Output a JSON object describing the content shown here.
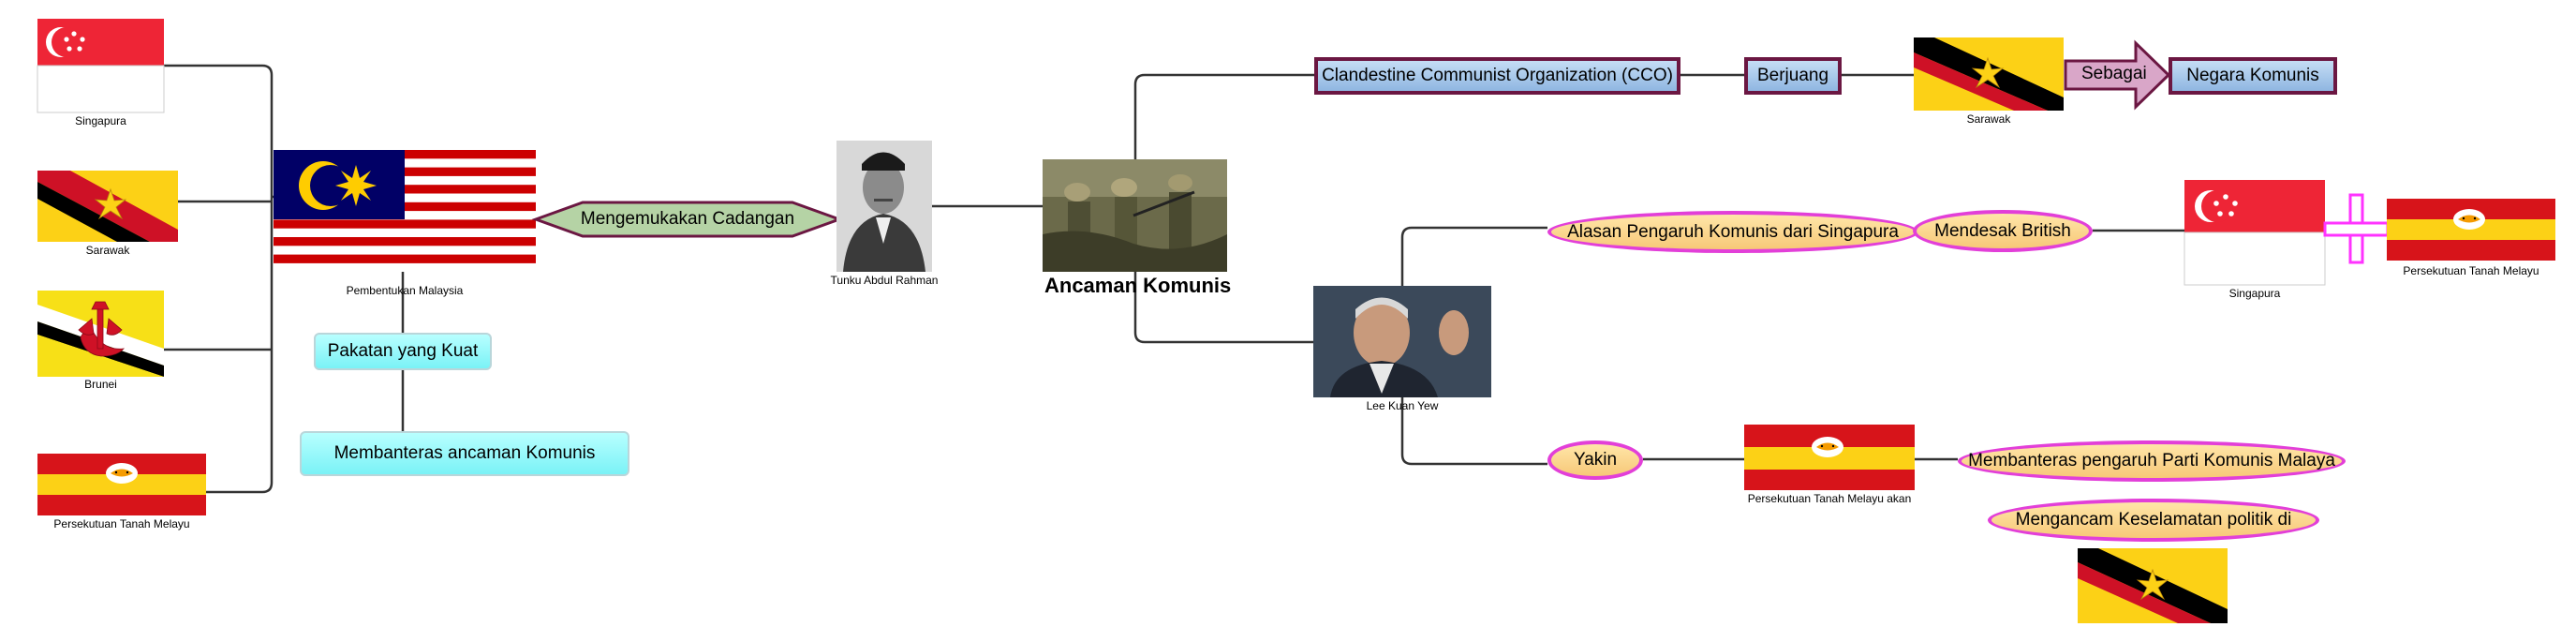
{
  "colors": {
    "connector": "#333333",
    "box_blue_border": "#6b1742",
    "oval_border": "#e23fd8",
    "hex_fill": "#b5d3a5",
    "cross": "#ff33ff"
  },
  "left_flags": {
    "singapura": "Singapura",
    "sarawak": "Sarawak",
    "brunei": "Brunei",
    "persekutuan": "Persekutuan Tanah Melayu"
  },
  "center": {
    "malaysia_caption": "Pembentukan Malaysia",
    "proposal": "Mengemukakan Cadangan",
    "tunku_caption": "Tunku Abdul Rahman",
    "pakatan": "Pakatan yang Kuat",
    "membanteras_komunis": "Membanteras ancaman Komunis",
    "main_title": "Ancaman Komunis"
  },
  "top_branch": {
    "cco": "Clandestine Communist Organization (CCO)",
    "berjuang": "Berjuang",
    "sarawak_caption": "Sarawak",
    "sebagai": "Sebagai",
    "negara_komunis": "Negara Komunis"
  },
  "right_branch": {
    "lee_caption": "Lee Kuan Yew",
    "alasan": "Alasan Pengaruh Komunis dari Singapura",
    "mendesak": "Mendesak British",
    "singapura_caption": "Singapura",
    "persekutuan_caption": "Persekutuan Tanah Melayu",
    "yakin": "Yakin",
    "persekutuan_akan_caption": "Persekutuan Tanah Melayu akan",
    "membanteras_pkm": "Membanteras pengaruh Parti Komunis Malaya",
    "mengancam": "Mengancam Keselamatan politik di"
  }
}
